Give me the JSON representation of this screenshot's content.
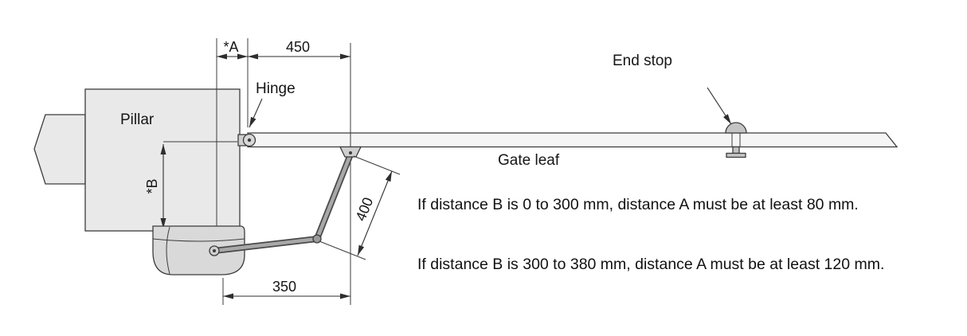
{
  "labels": {
    "pillar": "Pillar",
    "hinge": "Hinge",
    "end_stop": "End stop",
    "gate_leaf": "Gate leaf"
  },
  "dimensions": {
    "distance_a": "*A",
    "hinge_to_bracket": "450",
    "distance_b": "*B",
    "arm_length": "400",
    "motor_to_bracket": "350"
  },
  "notes": {
    "rule_1": "If distance B is 0 to 300 mm, distance A must be at least 80 mm.",
    "rule_2": "If distance B is 300 to 380 mm, distance A must be at least 120 mm."
  },
  "colors": {
    "line": "#3c3c3c",
    "fill_light": "#e9e9e9",
    "fill_mid": "#cfcfcf",
    "fill_dark": "#d9d9d9",
    "text": "#161616",
    "background": "#ffffff"
  },
  "icons": {
    "dimension_arrowhead": "filled-triangle",
    "leader_arrowhead": "filled-triangle"
  }
}
